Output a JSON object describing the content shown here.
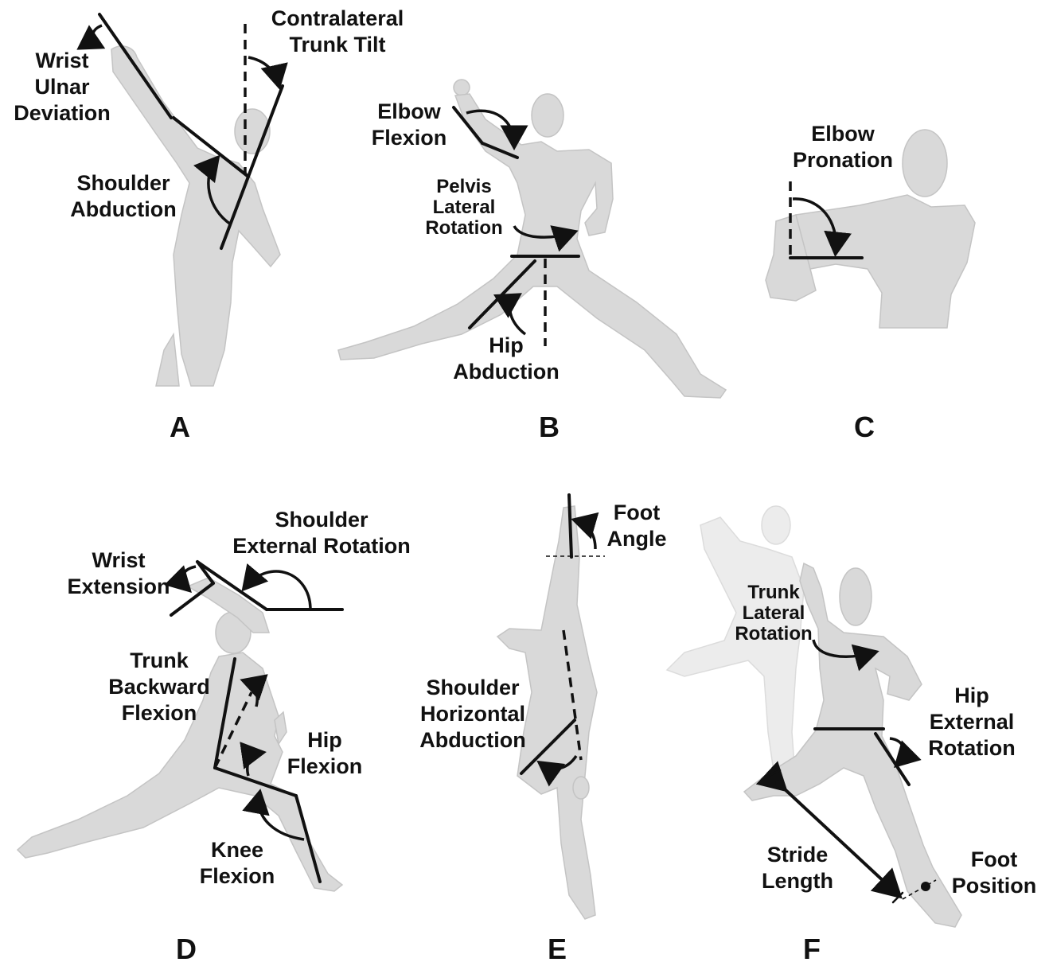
{
  "panels": {
    "A": {
      "letter": "A",
      "wrist_ulnar_deviation": [
        "Wrist",
        "Ulnar",
        "Deviation"
      ],
      "contralateral_trunk_tilt": [
        "Contralateral",
        "Trunk Tilt"
      ],
      "shoulder_abduction": [
        "Shoulder",
        "Abduction"
      ]
    },
    "B": {
      "letter": "B",
      "elbow_flexion": [
        "Elbow",
        "Flexion"
      ],
      "pelvis_lateral_rotation": [
        "Pelvis",
        "Lateral",
        "Rotation"
      ],
      "hip_abduction": [
        "Hip",
        "Abduction"
      ]
    },
    "C": {
      "letter": "C",
      "elbow_pronation": [
        "Elbow",
        "Pronation"
      ]
    },
    "D": {
      "letter": "D",
      "wrist_extension": [
        "Wrist",
        "Extension"
      ],
      "shoulder_external_rotation": [
        "Shoulder",
        "External Rotation"
      ],
      "trunk_backward_flexion": [
        "Trunk",
        "Backward",
        "Flexion"
      ],
      "hip_flexion": [
        "Hip",
        "Flexion"
      ],
      "knee_flexion": [
        "Knee",
        "Flexion"
      ]
    },
    "E": {
      "letter": "E",
      "foot_angle": [
        "Foot",
        "Angle"
      ],
      "shoulder_horizontal_abduction": [
        "Shoulder",
        "Horizontal",
        "Abduction"
      ]
    },
    "F": {
      "letter": "F",
      "trunk_lateral_rotation": [
        "Trunk",
        "Lateral",
        "Rotation"
      ],
      "hip_external_rotation": [
        "Hip",
        "External",
        "Rotation"
      ],
      "stride_length": [
        "Stride",
        "Length"
      ],
      "foot_position": [
        "Foot",
        "Position"
      ]
    }
  },
  "colors": {
    "figure": "#d9d9d9",
    "figure_ghost": "#ececec",
    "lines": "#111111"
  }
}
